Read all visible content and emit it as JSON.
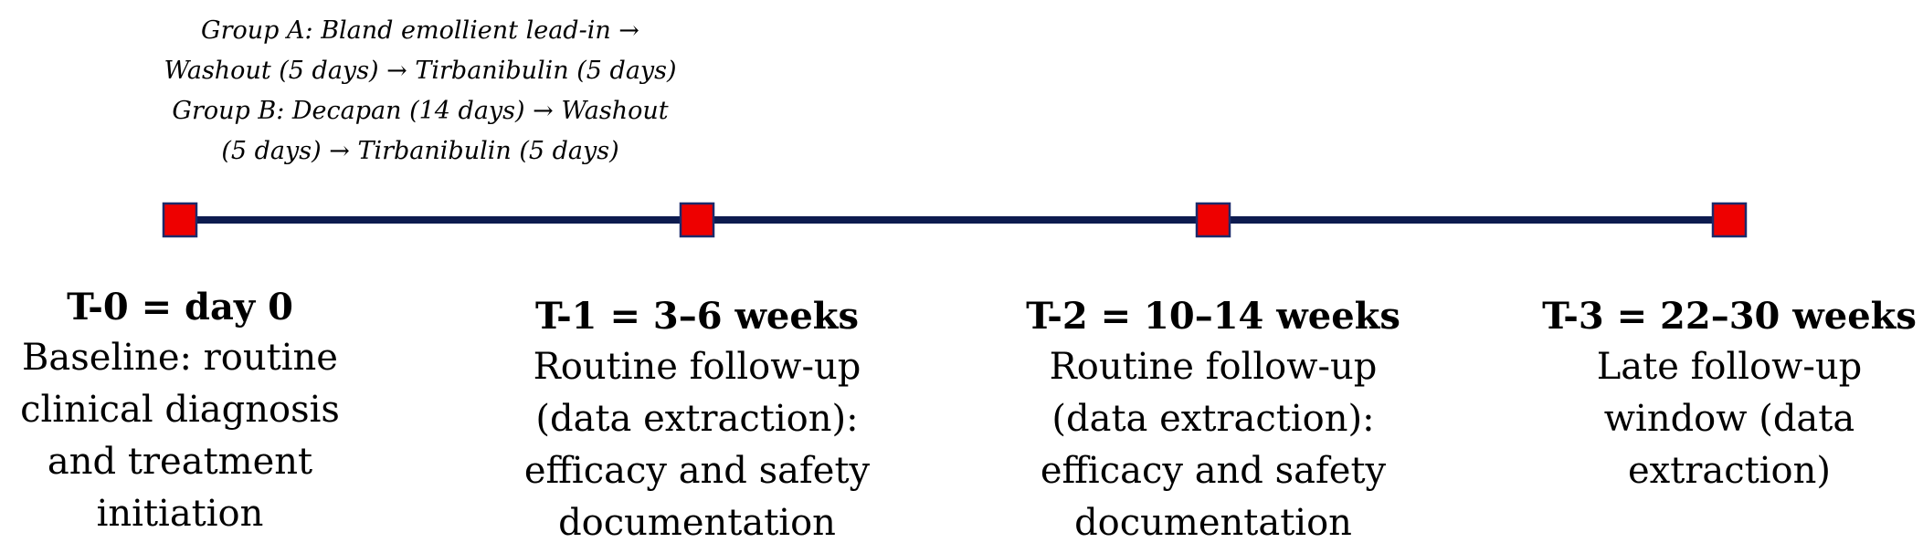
{
  "group_notes": [
    "Group A: Bland emollient lead-in →",
    "Washout (5 days) → Tirbanibulin (5 days)",
    "Group B: Decapan (14 days) → Washout",
    "(5 days) → Tirbanibulin (5 days)"
  ],
  "colors": {
    "line": "#0d1b4f",
    "marker_fill": "#ee0000",
    "marker_stroke": "#1b2a6b"
  },
  "milestones": [
    {
      "title": "T-0 = day 0",
      "description_lines": [
        "Baseline: routine",
        "clinical diagnosis",
        "and treatment",
        "initiation"
      ]
    },
    {
      "title": "T-1 = 3–6 weeks",
      "description_lines": [
        "Routine follow-up",
        "(data extraction):",
        "efficacy and safety",
        "documentation"
      ]
    },
    {
      "title": "T-2 = 10–14 weeks",
      "description_lines": [
        "Routine follow-up",
        "(data extraction):",
        "efficacy and safety",
        "documentation"
      ]
    },
    {
      "title": "T-3 = 22–30 weeks",
      "description_lines": [
        "Late follow-up",
        "window (data",
        "extraction)"
      ]
    }
  ]
}
